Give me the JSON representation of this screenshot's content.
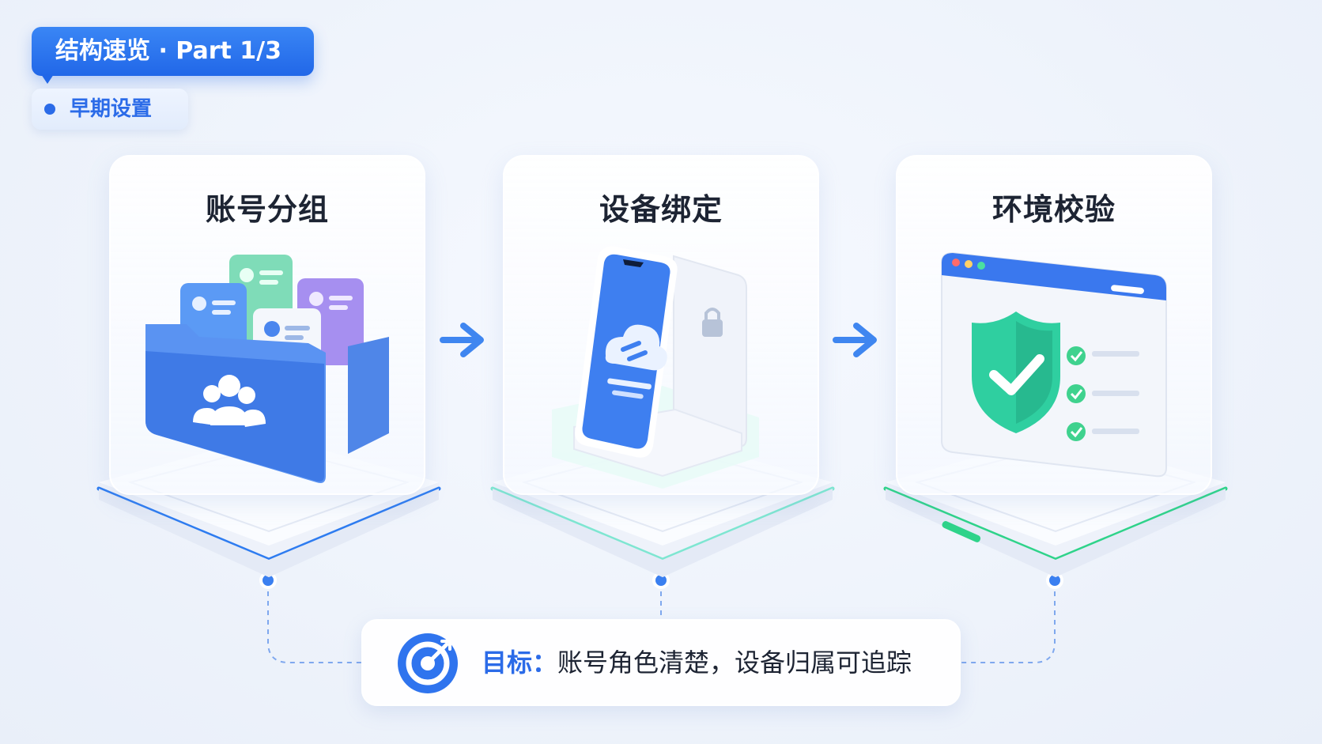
{
  "header": {
    "title": "结构速览 · Part 1/3",
    "phase": "早期设置"
  },
  "steps": [
    {
      "title": "账号分组",
      "icon": "folder-group-icon",
      "accent": "#2e7cf0"
    },
    {
      "title": "设备绑定",
      "icon": "phone-link-icon",
      "accent": "#5fe0c8"
    },
    {
      "title": "环境校验",
      "icon": "browser-shield-icon",
      "accent": "#2fd38a"
    }
  ],
  "goal": {
    "label": "目标：",
    "text": "账号角色清楚，设备归属可追踪",
    "icon": "target-icon"
  },
  "colors": {
    "primary": "#2b6be8",
    "text": "#1d2433",
    "background": "#eef3fb"
  }
}
